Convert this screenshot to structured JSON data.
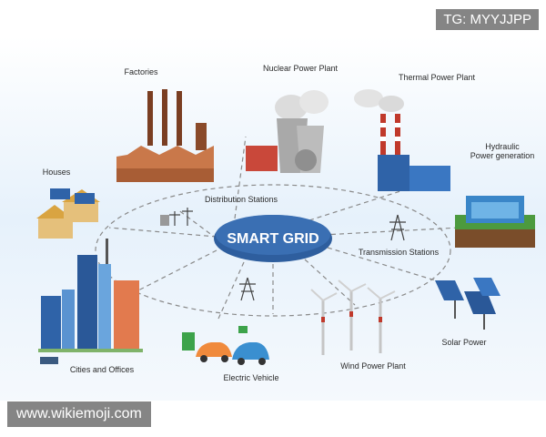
{
  "center": {
    "label": "SMART GRID"
  },
  "nodes": {
    "factories": "Factories",
    "nuclear": "Nuclear Power Plant",
    "thermal": "Thermal Power Plant",
    "hydraulic_line1": "Hydraulic",
    "hydraulic_line2": "Power generation",
    "houses": "Houses",
    "distribution": "Distribution Stations",
    "transmission": "Transmission Stations",
    "cities": "Cities and Offices",
    "ev": "Electric Vehicle",
    "wind": "Wind Power Plant",
    "solar": "Solar Power"
  },
  "watermarks": {
    "top_right": "TG: MYYJJPP",
    "bottom_left": "www.wikiemoji.com"
  },
  "colors": {
    "center_fill": "#2e5e9e",
    "dash": "#8a8a8a",
    "factory_brick": "#c9784a",
    "thermal_blue": "#2f63a8"
  }
}
